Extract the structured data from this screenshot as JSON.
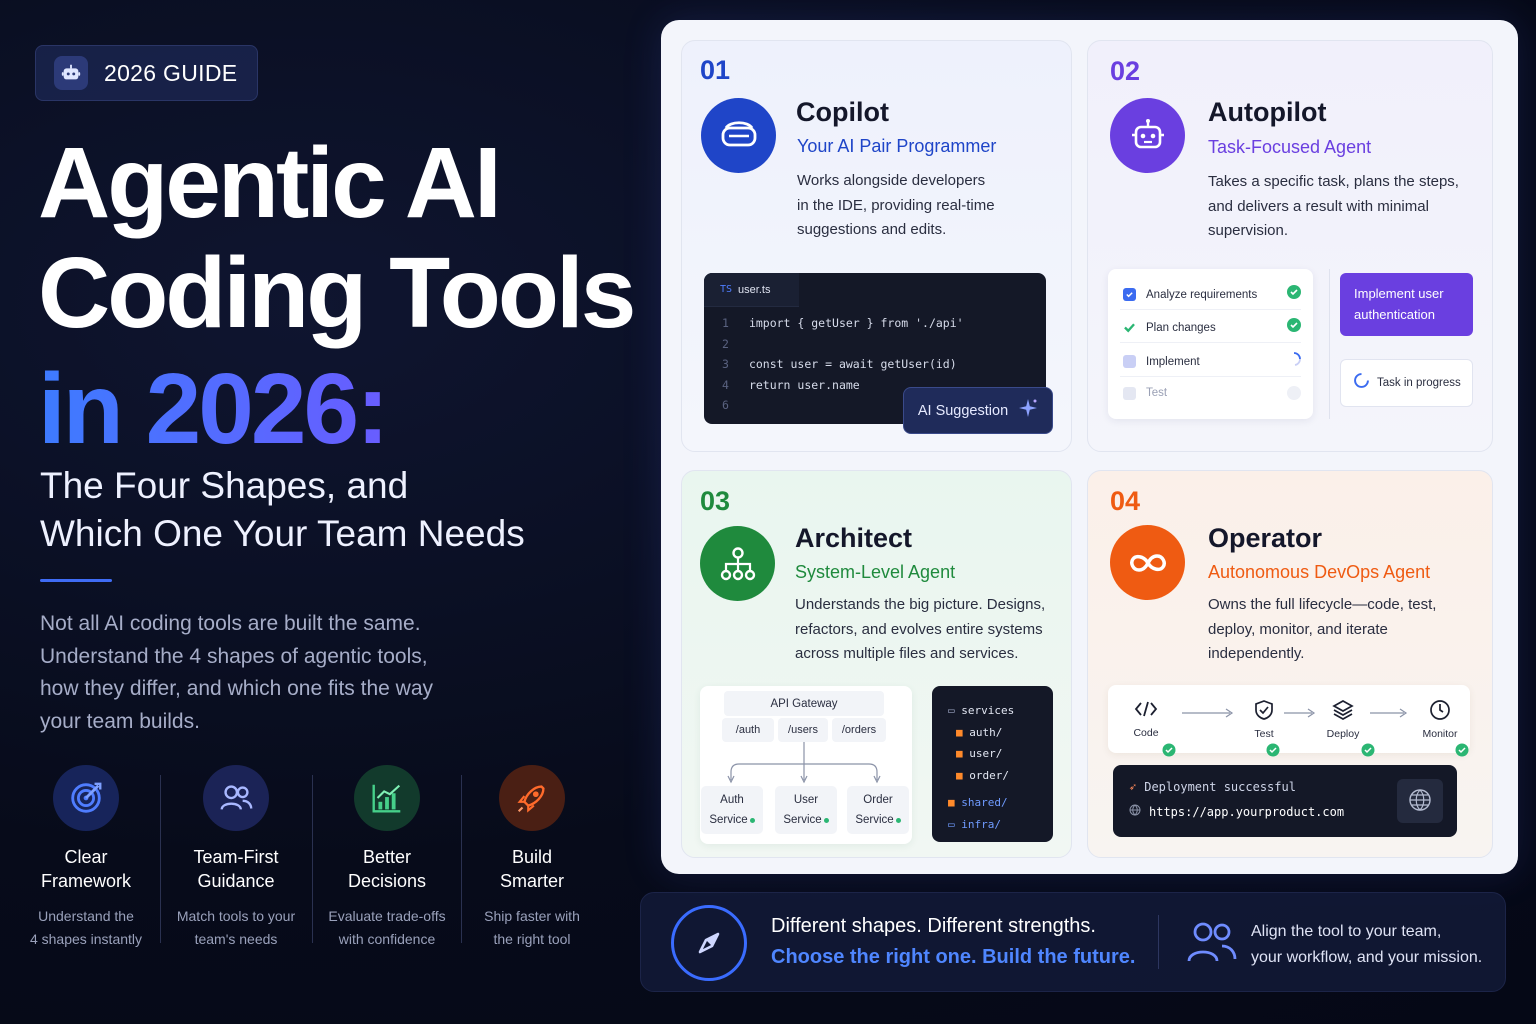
{
  "badge": {
    "label": "2026 GUIDE",
    "icon": "robot-icon"
  },
  "hero": {
    "line1": "Agentic AI",
    "line2": "Coding Tools",
    "line3": "in 2026:",
    "subtitle1": "The Four Shapes, and",
    "subtitle2": "Which One Your Team Needs",
    "intro": "Not all AI coding tools are built the same. Understand the 4 shapes of agentic tools, how they differ, and which one fits the way your team builds."
  },
  "features": [
    {
      "icon": "target-icon",
      "title1": "Clear",
      "title2": "Framework",
      "desc1": "Understand the",
      "desc2": "4 shapes instantly"
    },
    {
      "icon": "team-icon",
      "title1": "Team-First",
      "title2": "Guidance",
      "desc1": "Match tools to your",
      "desc2": "team's needs"
    },
    {
      "icon": "chart-icon",
      "title1": "Better",
      "title2": "Decisions",
      "desc1": "Evaluate trade-offs",
      "desc2": "with confidence"
    },
    {
      "icon": "rocket-icon",
      "title1": "Build",
      "title2": "Smarter",
      "desc1": "Ship faster with",
      "desc2": "the right tool"
    }
  ],
  "cards": {
    "copilot": {
      "num": "01",
      "title": "Copilot",
      "subtitle": "Your AI Pair Programmer",
      "desc": [
        "Works alongside developers",
        "in the IDE, providing real-time",
        "suggestions and edits."
      ],
      "code": {
        "tab_lang": "TS",
        "tab_file": "user.ts",
        "lines": [
          {
            "n": "1",
            "t": "import { getUser } from './api'"
          },
          {
            "n": "2",
            "t": ""
          },
          {
            "n": "3",
            "t": "const user = await getUser(id)"
          },
          {
            "n": "4",
            "t": "return user.name"
          },
          {
            "n": "6",
            "t": ""
          }
        ],
        "suggestion": "AI Suggestion"
      },
      "color": "#1f45c8"
    },
    "autopilot": {
      "num": "02",
      "title": "Autopilot",
      "subtitle": "Task-Focused Agent",
      "desc": [
        "Takes a specific task, plans the steps,",
        "and delivers a result with minimal",
        "supervision."
      ],
      "tasks": [
        {
          "label": "Analyze requirements",
          "state": "done"
        },
        {
          "label": "Plan changes",
          "state": "done"
        },
        {
          "label": "Implement",
          "state": "progress"
        },
        {
          "label": "Test",
          "state": "pending"
        }
      ],
      "callout1": "Implement user",
      "callout2": "authentication",
      "status": "Task in progress",
      "color": "#6a3fe0"
    },
    "architect": {
      "num": "03",
      "title": "Architect",
      "subtitle": "System-Level Agent",
      "desc": [
        "Understands the big picture. Designs,",
        "refactors, and evolves entire systems",
        "across multiple files and services."
      ],
      "gateway": "API Gateway",
      "routes": [
        "/auth",
        "/users",
        "/orders"
      ],
      "services": [
        {
          "l1": "Auth",
          "l2": "Service"
        },
        {
          "l1": "User",
          "l2": "Service"
        },
        {
          "l1": "Order",
          "l2": "Service"
        }
      ],
      "tree": [
        "services",
        "auth/",
        "user/",
        "order/",
        "shared/",
        "infra/"
      ],
      "color": "#1f8a3d"
    },
    "operator": {
      "num": "04",
      "title": "Operator",
      "subtitle": "Autonomous DevOps Agent",
      "desc": [
        "Owns the full lifecycle—code, test,",
        "deploy, monitor, and iterate",
        "independently."
      ],
      "pipeline": [
        "Code",
        "Test",
        "Deploy",
        "Monitor"
      ],
      "deploy_msg": "Deployment successful",
      "deploy_url": "https://app.yourproduct.com",
      "color": "#ef5b12"
    }
  },
  "bottom": {
    "line1": "Different shapes. Different strengths.",
    "line2": "Choose the right one. Build the future.",
    "right1": "Align the tool to your team,",
    "right2": "your workflow, and your mission."
  }
}
